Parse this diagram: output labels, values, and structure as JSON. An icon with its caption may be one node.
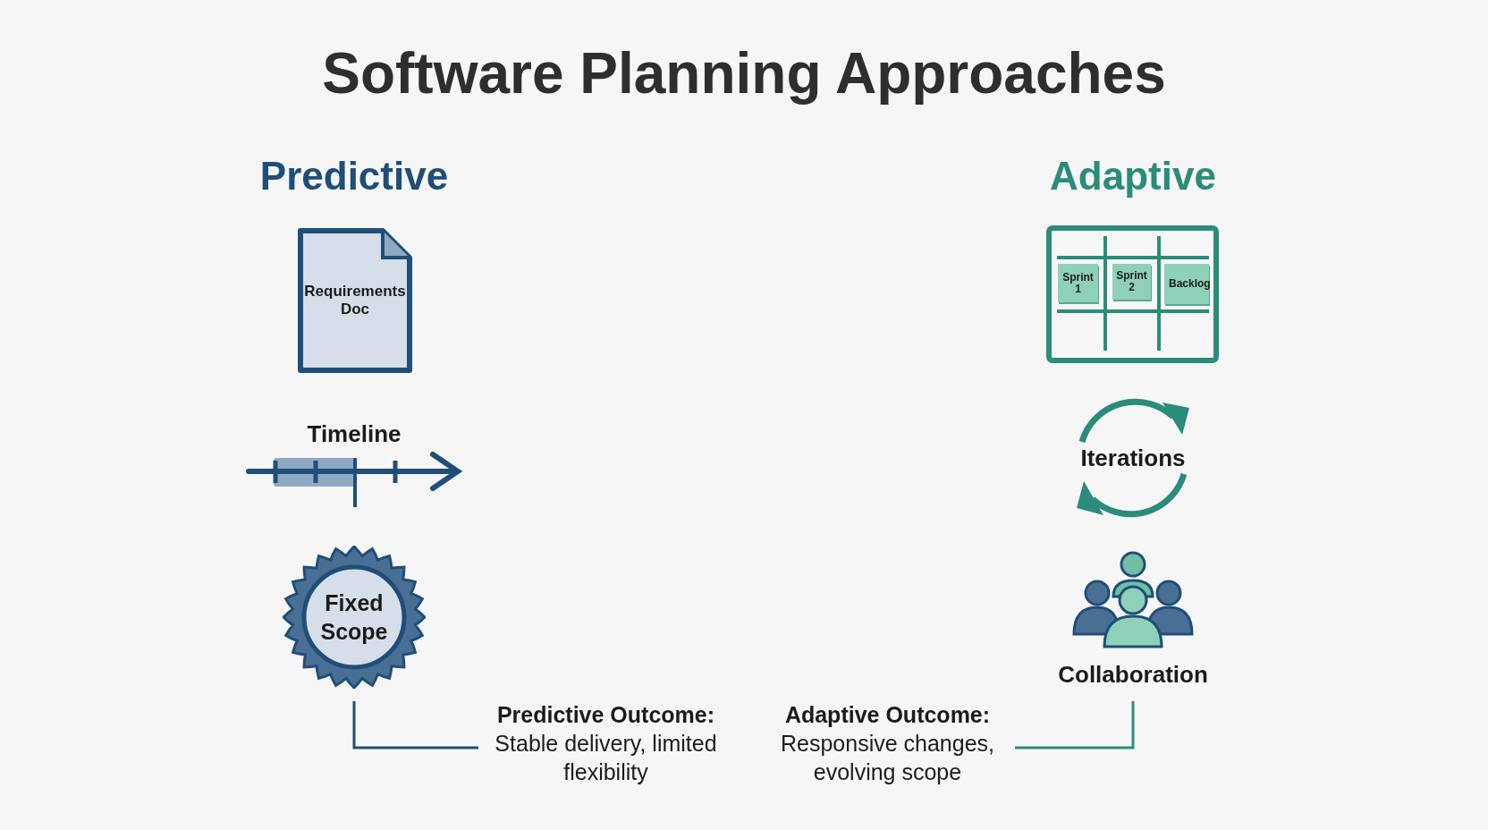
{
  "diagram": {
    "title": "Software Planning Approaches",
    "nodes": [
      {
        "text": [
          "Requirements Doc"
        ]
      },
      {
        "text": [
          "Fixed Scope"
        ]
      },
      {
        "text": [],
        "shape": "box"
      },
      {
        "text": [
          "Sprint 1"
        ],
        "in": 2
      },
      {
        "text": [
          "Sprint 2"
        ],
        "in": 2
      },
      {
        "text": [
          "Backlog"
        ],
        "in": 2
      },
      {
        "text": [
          "Iterations"
        ]
      },
      {
        "text": [
          "Collaboration"
        ]
      },
      {
        "text": [
          "Predictive Outcome:",
          "Stable delivery, limited flexibility"
        ]
      },
      {
        "text": [
          "Adaptive Outcome:",
          "Responsive changes, evolving scope"
        ]
      }
    ],
    "edges": [
      {
        "from": 1,
        "to": 8,
        "arrow": "none",
        "color": "#1f4e79"
      },
      {
        "from": 7,
        "to": 9,
        "arrow": "none",
        "color": "#2a8c7a"
      }
    ],
    "labels": [
      "Predictive",
      "Timeline",
      "Adaptive"
    ]
  }
}
